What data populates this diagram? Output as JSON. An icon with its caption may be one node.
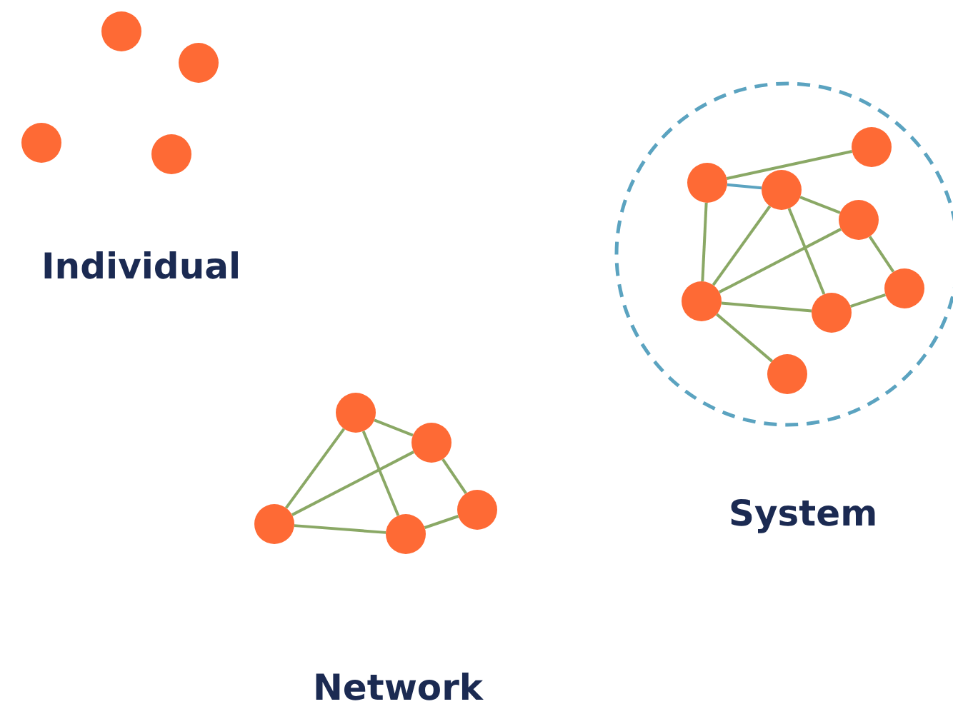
{
  "diagram": {
    "nodes": [
      {
        "text": [],
        "shape": "circle"
      },
      {
        "text": [],
        "shape": "circle"
      },
      {
        "text": [],
        "shape": "circle"
      },
      {
        "text": [],
        "shape": "circle"
      },
      {
        "text": [],
        "shape": "circle"
      },
      {
        "text": [],
        "shape": "circle"
      },
      {
        "text": [],
        "shape": "circle"
      },
      {
        "text": [],
        "shape": "circle"
      },
      {
        "text": [],
        "shape": "circle"
      },
      {
        "text": [],
        "shape": "circle"
      },
      {
        "text": [],
        "shape": "circle",
        "in": 9
      },
      {
        "text": [],
        "shape": "circle",
        "in": 9
      },
      {
        "text": [],
        "shape": "circle",
        "in": 9
      },
      {
        "text": [],
        "shape": "circle",
        "in": 9
      },
      {
        "text": [],
        "shape": "circle",
        "in": 9
      },
      {
        "text": [],
        "shape": "circle",
        "in": 9
      },
      {
        "text": [],
        "shape": "circle",
        "in": 9
      },
      {
        "text": [],
        "shape": "circle",
        "in": 9
      }
    ],
    "edges": [
      {
        "from": 4,
        "to": 5,
        "arrow": "none"
      },
      {
        "from": 4,
        "to": 6,
        "arrow": "none"
      },
      {
        "from": 4,
        "to": 7,
        "arrow": "none"
      },
      {
        "from": 5,
        "to": 6,
        "arrow": "none"
      },
      {
        "from": 5,
        "to": 8,
        "arrow": "none"
      },
      {
        "from": 6,
        "to": 7,
        "arrow": "none"
      },
      {
        "from": 7,
        "to": 8,
        "arrow": "none"
      },
      {
        "from": 10,
        "to": 11,
        "arrow": "none"
      },
      {
        "from": 10,
        "to": 12,
        "arrow": "none",
        "color": "#5ba3c0"
      },
      {
        "from": 10,
        "to": 14,
        "arrow": "none"
      },
      {
        "from": 12,
        "to": 14,
        "arrow": "none"
      },
      {
        "from": 12,
        "to": 13,
        "arrow": "none"
      },
      {
        "from": 12,
        "to": 16,
        "arrow": "none"
      },
      {
        "from": 13,
        "to": 14,
        "arrow": "none"
      },
      {
        "from": 13,
        "to": 15,
        "arrow": "none"
      },
      {
        "from": 14,
        "to": 16,
        "arrow": "none"
      },
      {
        "from": 15,
        "to": 16,
        "arrow": "none"
      },
      {
        "from": 14,
        "to": 17,
        "arrow": "none"
      }
    ],
    "labels": [
      "Individual",
      "System",
      "Network"
    ]
  }
}
